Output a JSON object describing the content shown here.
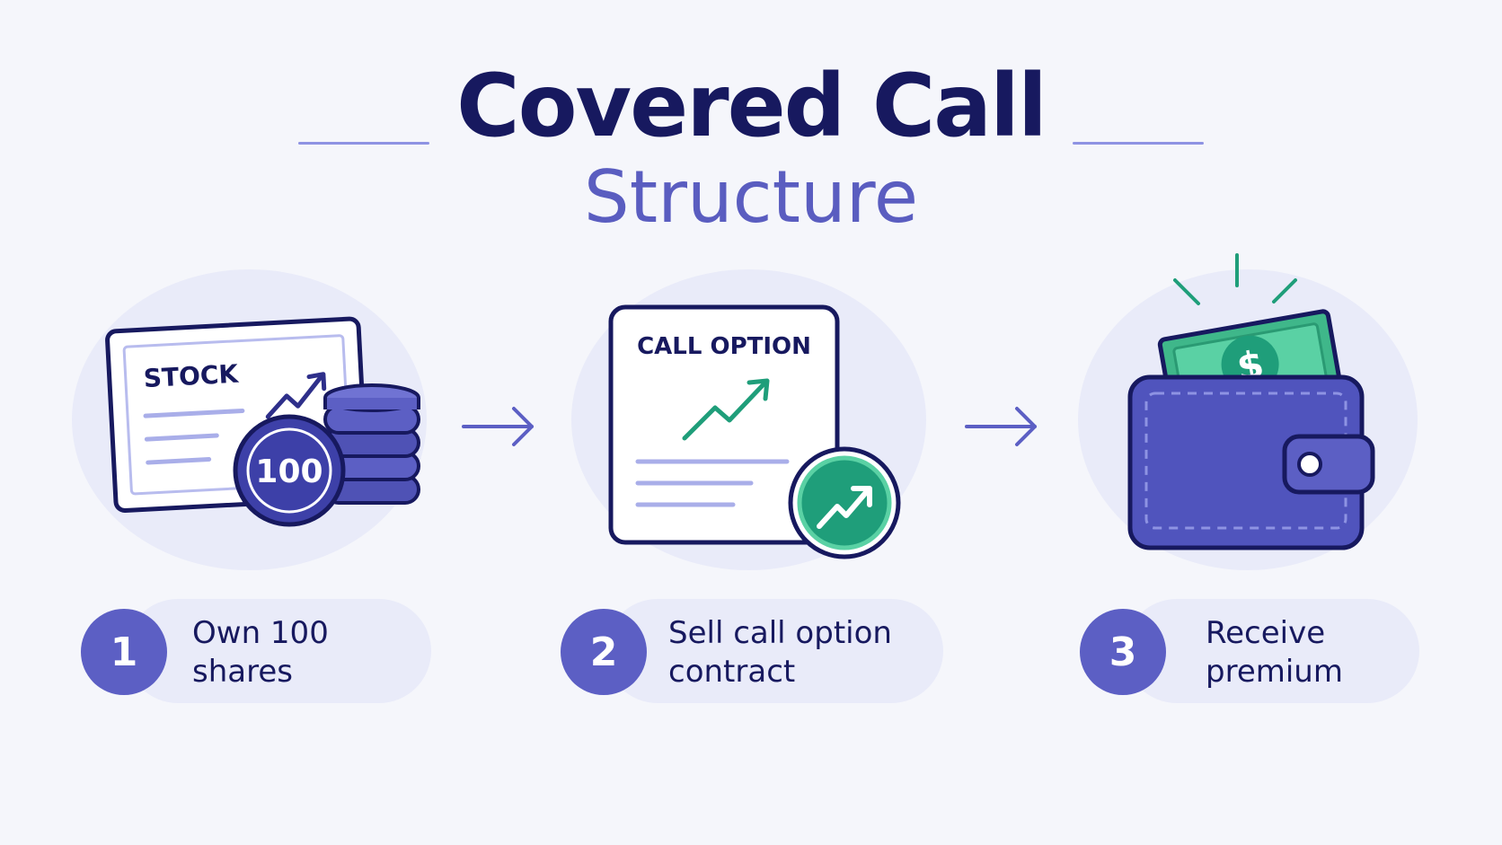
{
  "title": {
    "line1": "Covered Call",
    "line2": "Structure"
  },
  "icons": {
    "stock": {
      "name": "stock-certificate-icon",
      "label": "STOCK",
      "coin_label": "100"
    },
    "option": {
      "name": "call-option-document-icon",
      "label": "CALL OPTION"
    },
    "wallet": {
      "name": "wallet-with-cash-icon",
      "bill_symbol": "$"
    }
  },
  "steps": [
    {
      "number": "1",
      "line1": "Own 100",
      "line2": "shares"
    },
    {
      "number": "2",
      "line1": "Sell call option",
      "line2": "contract"
    },
    {
      "number": "3",
      "line1": "Receive",
      "line2": "premium"
    }
  ],
  "colors": {
    "navy": "#17195f",
    "indigo": "#5c5fc4",
    "lavender": "#e9ebf9",
    "green": "#1f9e7a",
    "mint": "#5ad1a4"
  }
}
